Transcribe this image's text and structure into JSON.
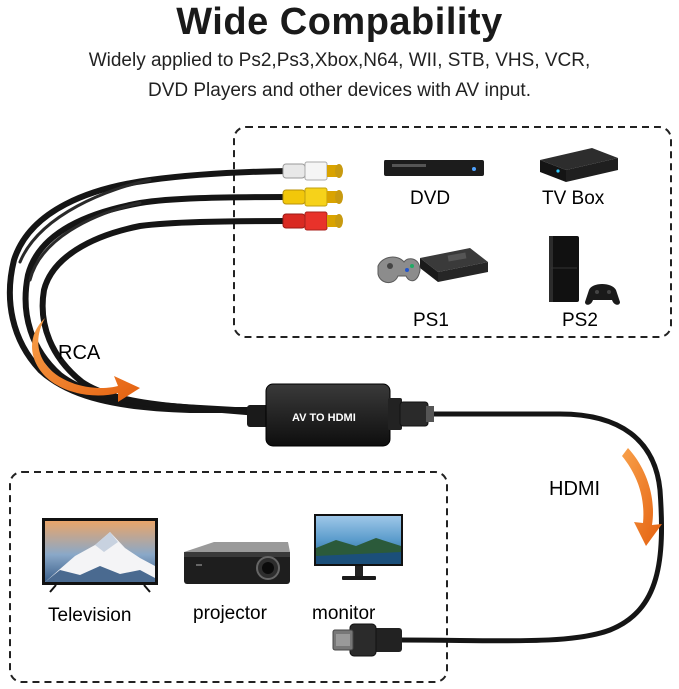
{
  "title": "Wide Compability",
  "subtitle_line1": "Widely applied to Ps2,Ps3,Xbox,N64, WII, STB, VHS, VCR,",
  "subtitle_line2": "DVD Players and other devices with AV input.",
  "sources": {
    "dvd": "DVD",
    "tvbox": "TV Box",
    "ps1": "PS1",
    "ps2": "PS2"
  },
  "rca_label": "RCA",
  "converter_label": "AV TO HDMI",
  "hdmi_label": "HDMI",
  "displays": {
    "television": "Television",
    "projector": "projector",
    "monitor": "monitor"
  },
  "colors": {
    "arrow_orange": "#f07a1e",
    "rca_white": "#f2f2f2",
    "rca_yellow": "#f6d21a",
    "rca_red": "#e8322a",
    "cable_black": "#151515",
    "dashed_border": "#222222"
  }
}
